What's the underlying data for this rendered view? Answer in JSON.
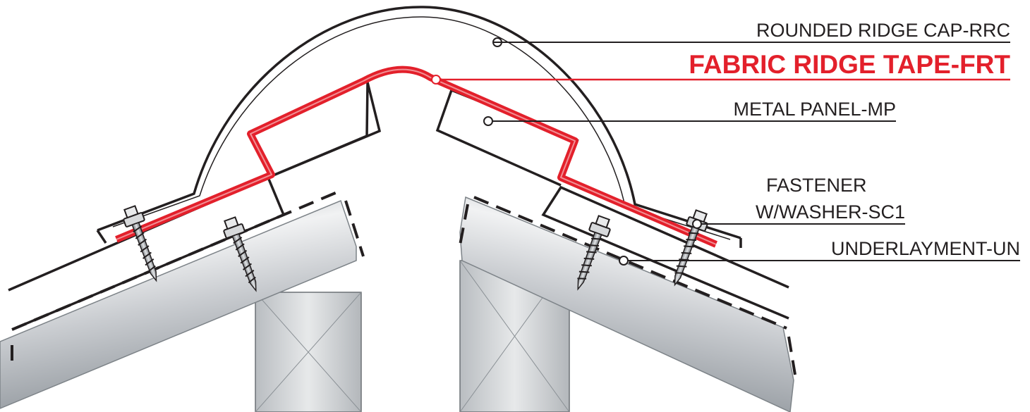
{
  "callouts": [
    {
      "id": "rrc",
      "label": "ROUNDED RIDGE CAP-RRC"
    },
    {
      "id": "frt",
      "label": "FABRIC RIDGE TAPE-FRT"
    },
    {
      "id": "mp",
      "label": "METAL PANEL-MP"
    },
    {
      "id": "sc1a",
      "label": "FASTENER"
    },
    {
      "id": "sc1b",
      "label": "W/WASHER-SC1"
    },
    {
      "id": "un",
      "label": "UNDERLAYMENT-UN"
    }
  ],
  "colors": {
    "line": "#231f20",
    "tape": "#e3202b",
    "lumber": "#c6c9cc",
    "lumber_highlight": "#eef0f1",
    "lumber_shadow": "#9aa0a5"
  }
}
